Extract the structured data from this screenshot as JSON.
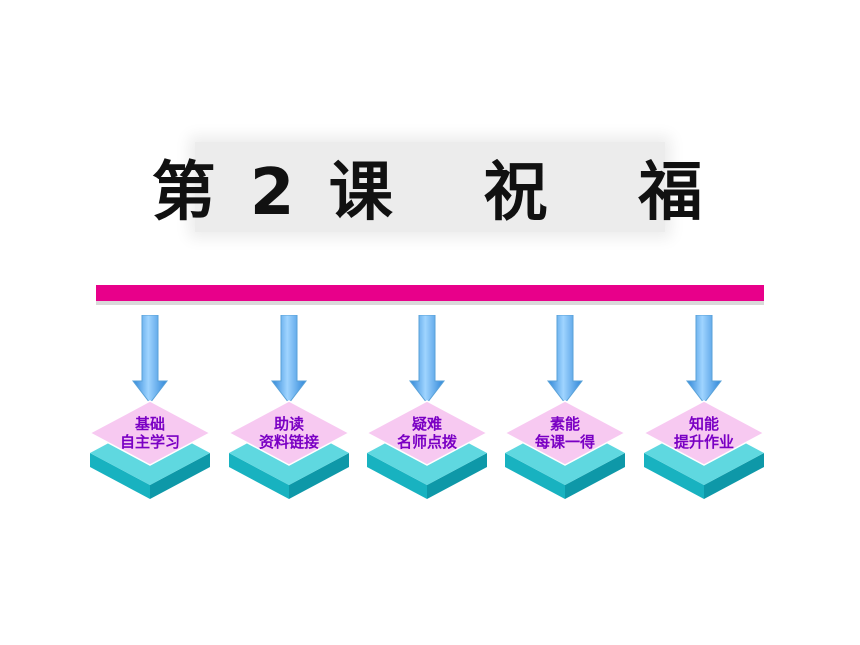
{
  "title": "第 2 课   祝   福",
  "colors": {
    "bar": "#e8008a",
    "arrow": "#4aa6ee",
    "diamond_top": "#f6c8f0",
    "block_side": "#1ab8c6",
    "label": "#7a00c4"
  },
  "nodes": [
    {
      "line1": "基础",
      "line2": "自主学习"
    },
    {
      "line1": "助读",
      "line2": "资料链接"
    },
    {
      "line1": "疑难",
      "line2": "名师点拨"
    },
    {
      "line1": "素能",
      "line2": "每课一得"
    },
    {
      "line1": "知能",
      "line2": "提升作业"
    }
  ]
}
